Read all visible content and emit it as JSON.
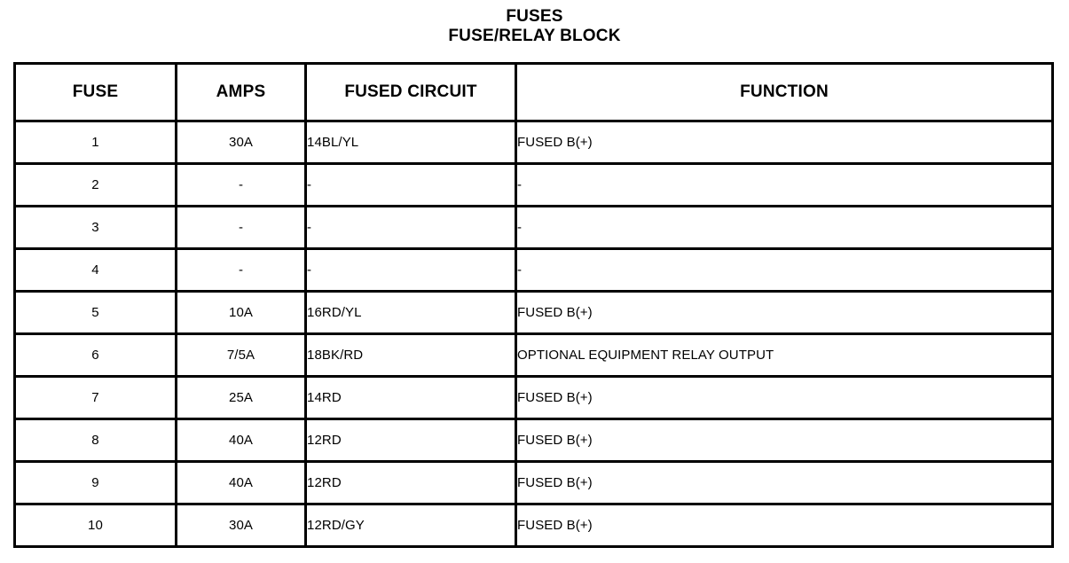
{
  "title": {
    "line1": "FUSES",
    "line2": "FUSE/RELAY BLOCK"
  },
  "table": {
    "headers": {
      "fuse": "FUSE",
      "amps": "AMPS",
      "circuit": "FUSED CIRCUIT",
      "function": "FUNCTION"
    },
    "rows": [
      {
        "fuse": "1",
        "amps": "30A",
        "circuit": "14BL/YL",
        "function": "FUSED B(+)"
      },
      {
        "fuse": "2",
        "amps": "-",
        "circuit": "-",
        "function": "-"
      },
      {
        "fuse": "3",
        "amps": "-",
        "circuit": "-",
        "function": "-"
      },
      {
        "fuse": "4",
        "amps": "-",
        "circuit": "-",
        "function": "-"
      },
      {
        "fuse": "5",
        "amps": "10A",
        "circuit": "16RD/YL",
        "function": "FUSED B(+)"
      },
      {
        "fuse": "6",
        "amps": "7/5A",
        "circuit": "18BK/RD",
        "function": "OPTIONAL EQUIPMENT RELAY OUTPUT"
      },
      {
        "fuse": "7",
        "amps": "25A",
        "circuit": "14RD",
        "function": "FUSED B(+)"
      },
      {
        "fuse": "8",
        "amps": "40A",
        "circuit": "12RD",
        "function": "FUSED B(+)"
      },
      {
        "fuse": "9",
        "amps": "40A",
        "circuit": "12RD",
        "function": "FUSED B(+)"
      },
      {
        "fuse": "10",
        "amps": "30A",
        "circuit": "12RD/GY",
        "function": "FUSED B(+)"
      }
    ]
  },
  "colors": {
    "border": "#000000",
    "text": "#000000",
    "background": "#ffffff"
  }
}
